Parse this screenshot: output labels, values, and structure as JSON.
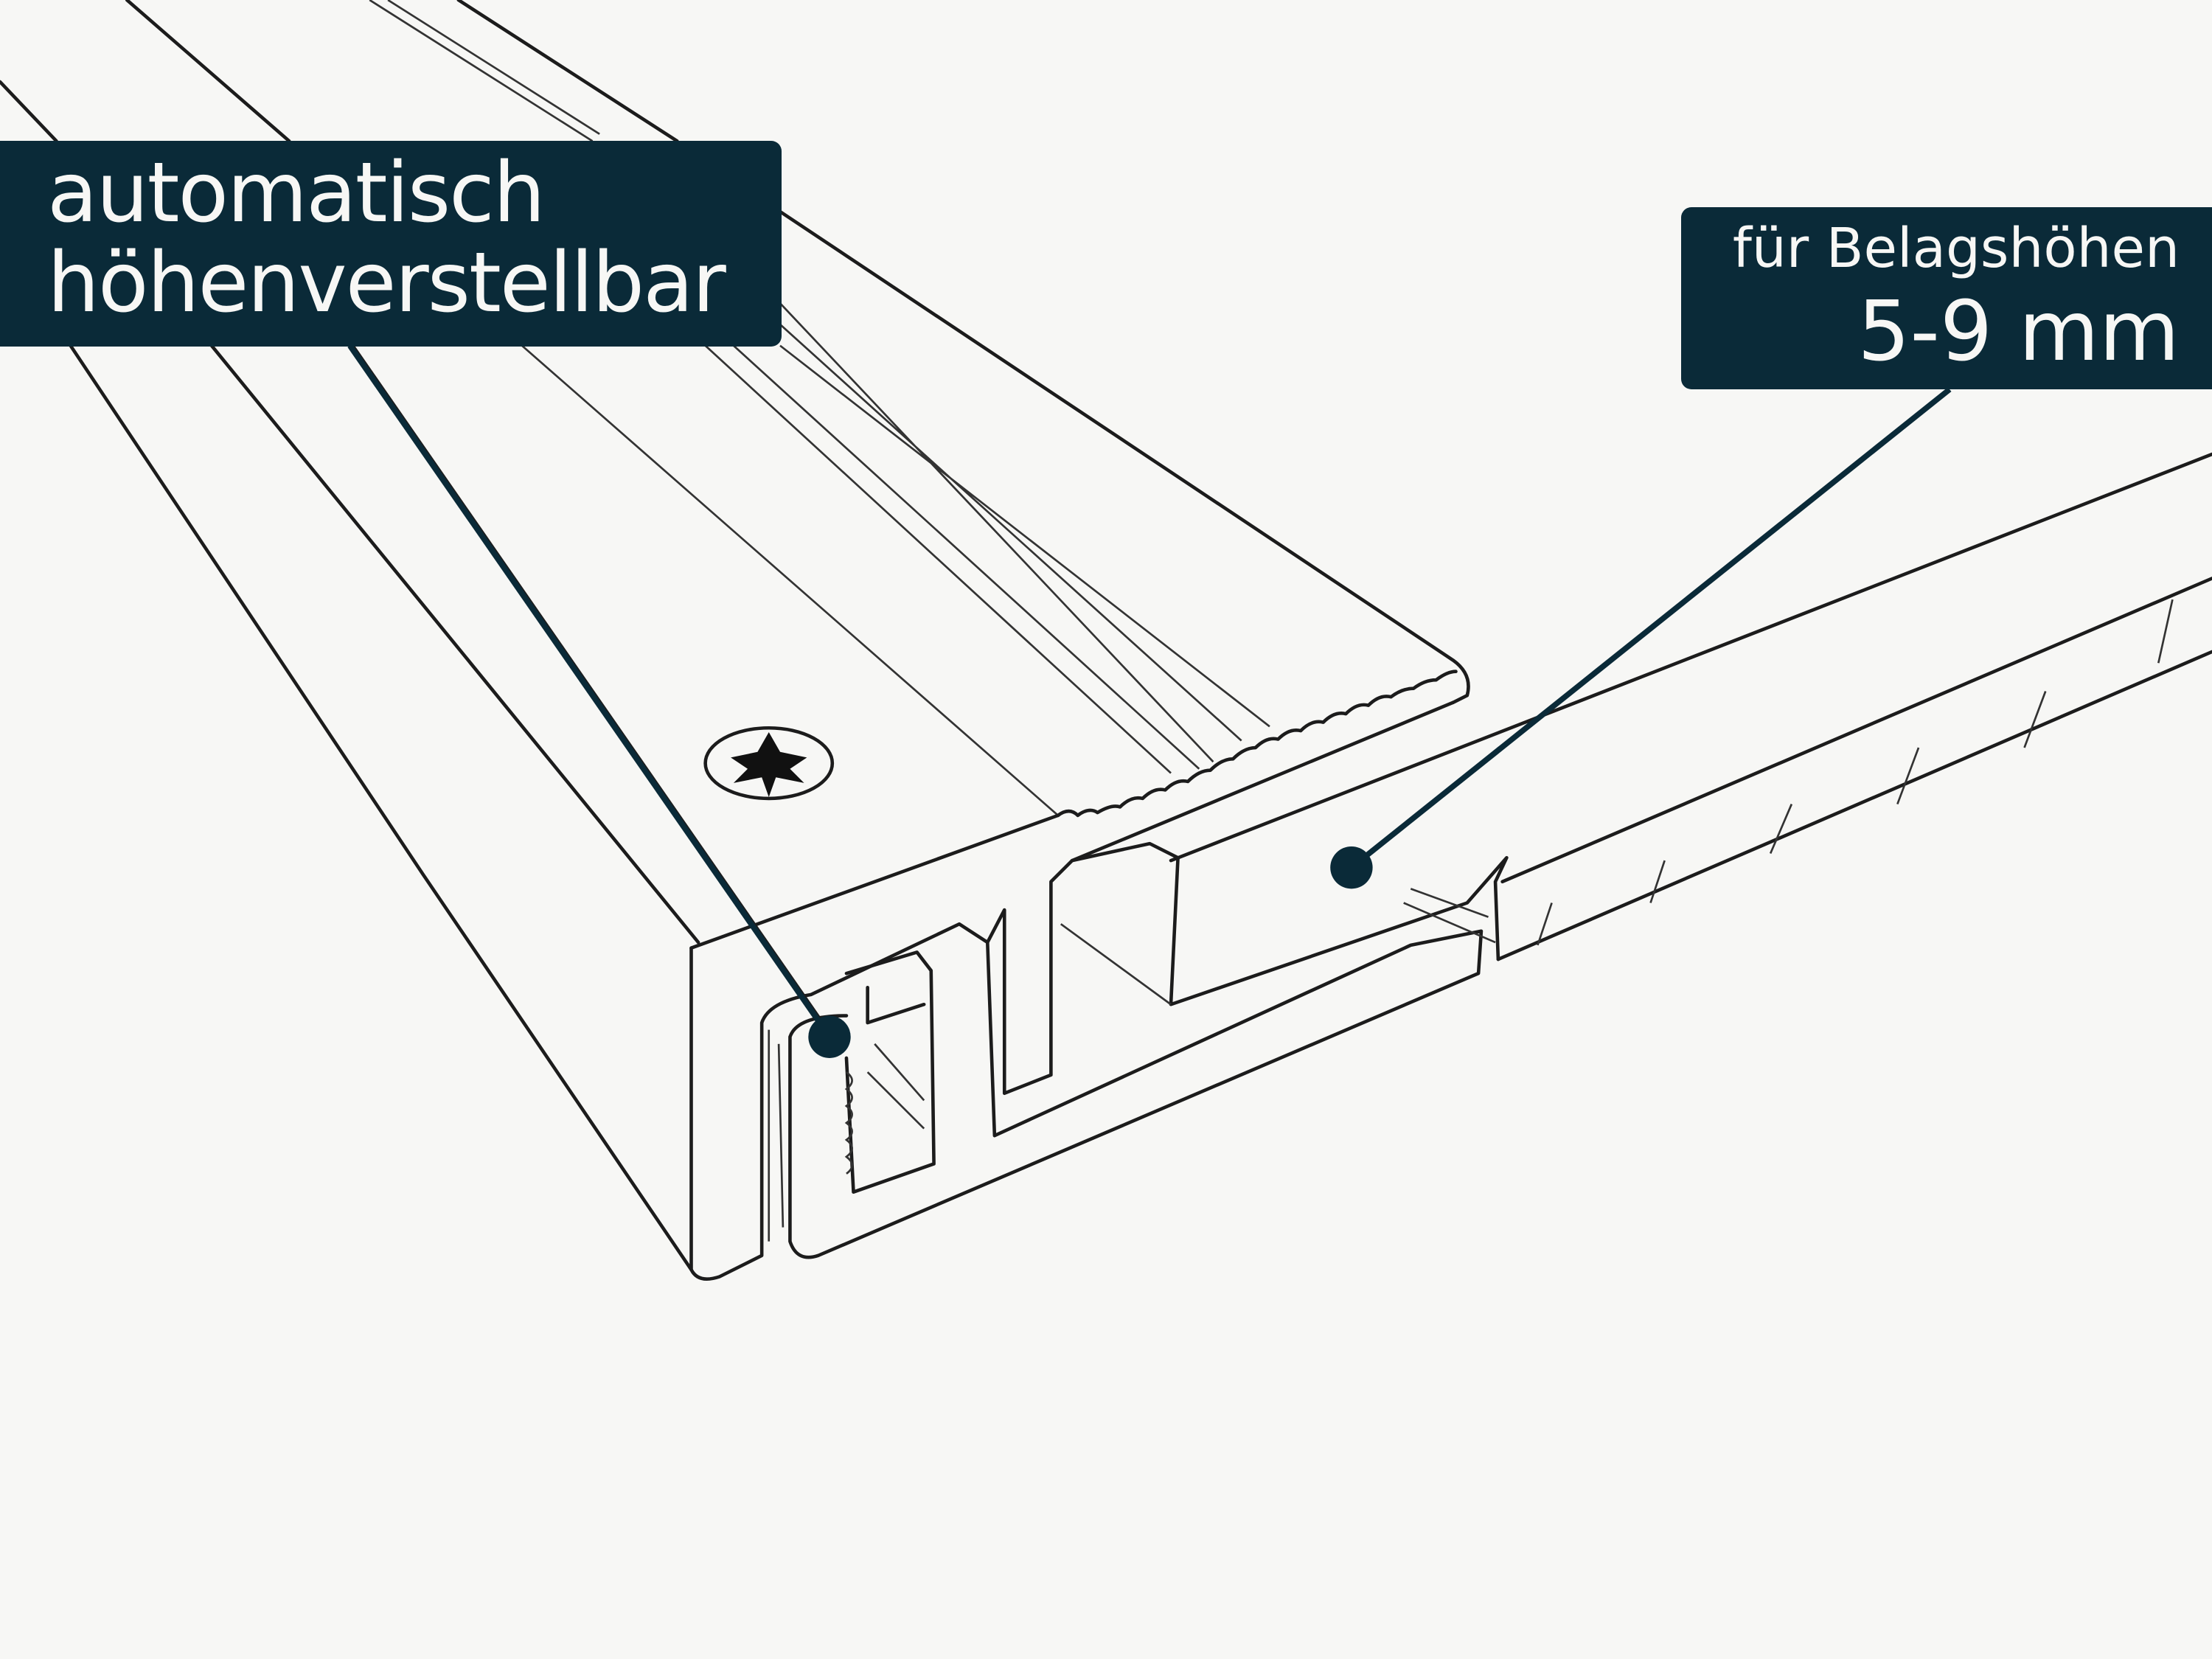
{
  "callouts": {
    "left": {
      "line1": "automatisch",
      "line2": "höhenverstellbar"
    },
    "right": {
      "line1": "für Belagshöhen",
      "line2": "5-9 mm"
    }
  },
  "colors": {
    "background": "#f7f7f5",
    "label_bg": "#0a2a38",
    "label_text": "#f7f7f5",
    "line": "#1c1c1c"
  },
  "icons": [
    "torx-screw-icon"
  ]
}
